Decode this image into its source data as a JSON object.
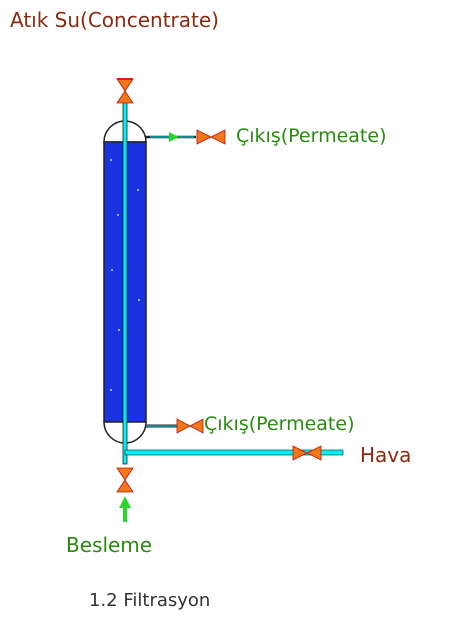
{
  "labels": {
    "waste_water": "Atık Su(Concentrate)",
    "outlet_top": "Çıkış(Permeate)",
    "outlet_bottom": "Çıkış(Permeate)",
    "air": "Hava",
    "feed": "Besleme",
    "caption": "1.2 Filtrasyon"
  },
  "colors": {
    "column_fill": "#1a33e0",
    "pipe": "#00f0f8",
    "valve": "#f07818",
    "valve_accent": "#e01818",
    "arrow": "#28d828",
    "brown_text": "#8b2a10",
    "green_text": "#2a8a10",
    "outlet_text": "#2a8a10",
    "caption_text": "#333333"
  },
  "icons": {
    "top_valve": "gate-valve-icon",
    "outlet_top_valve": "gate-valve-icon",
    "outlet_bottom_valve": "gate-valve-icon",
    "air_valve": "gate-valve-icon",
    "feed_valve": "gate-valve-icon",
    "flow_arrow": "flow-arrow-icon"
  }
}
